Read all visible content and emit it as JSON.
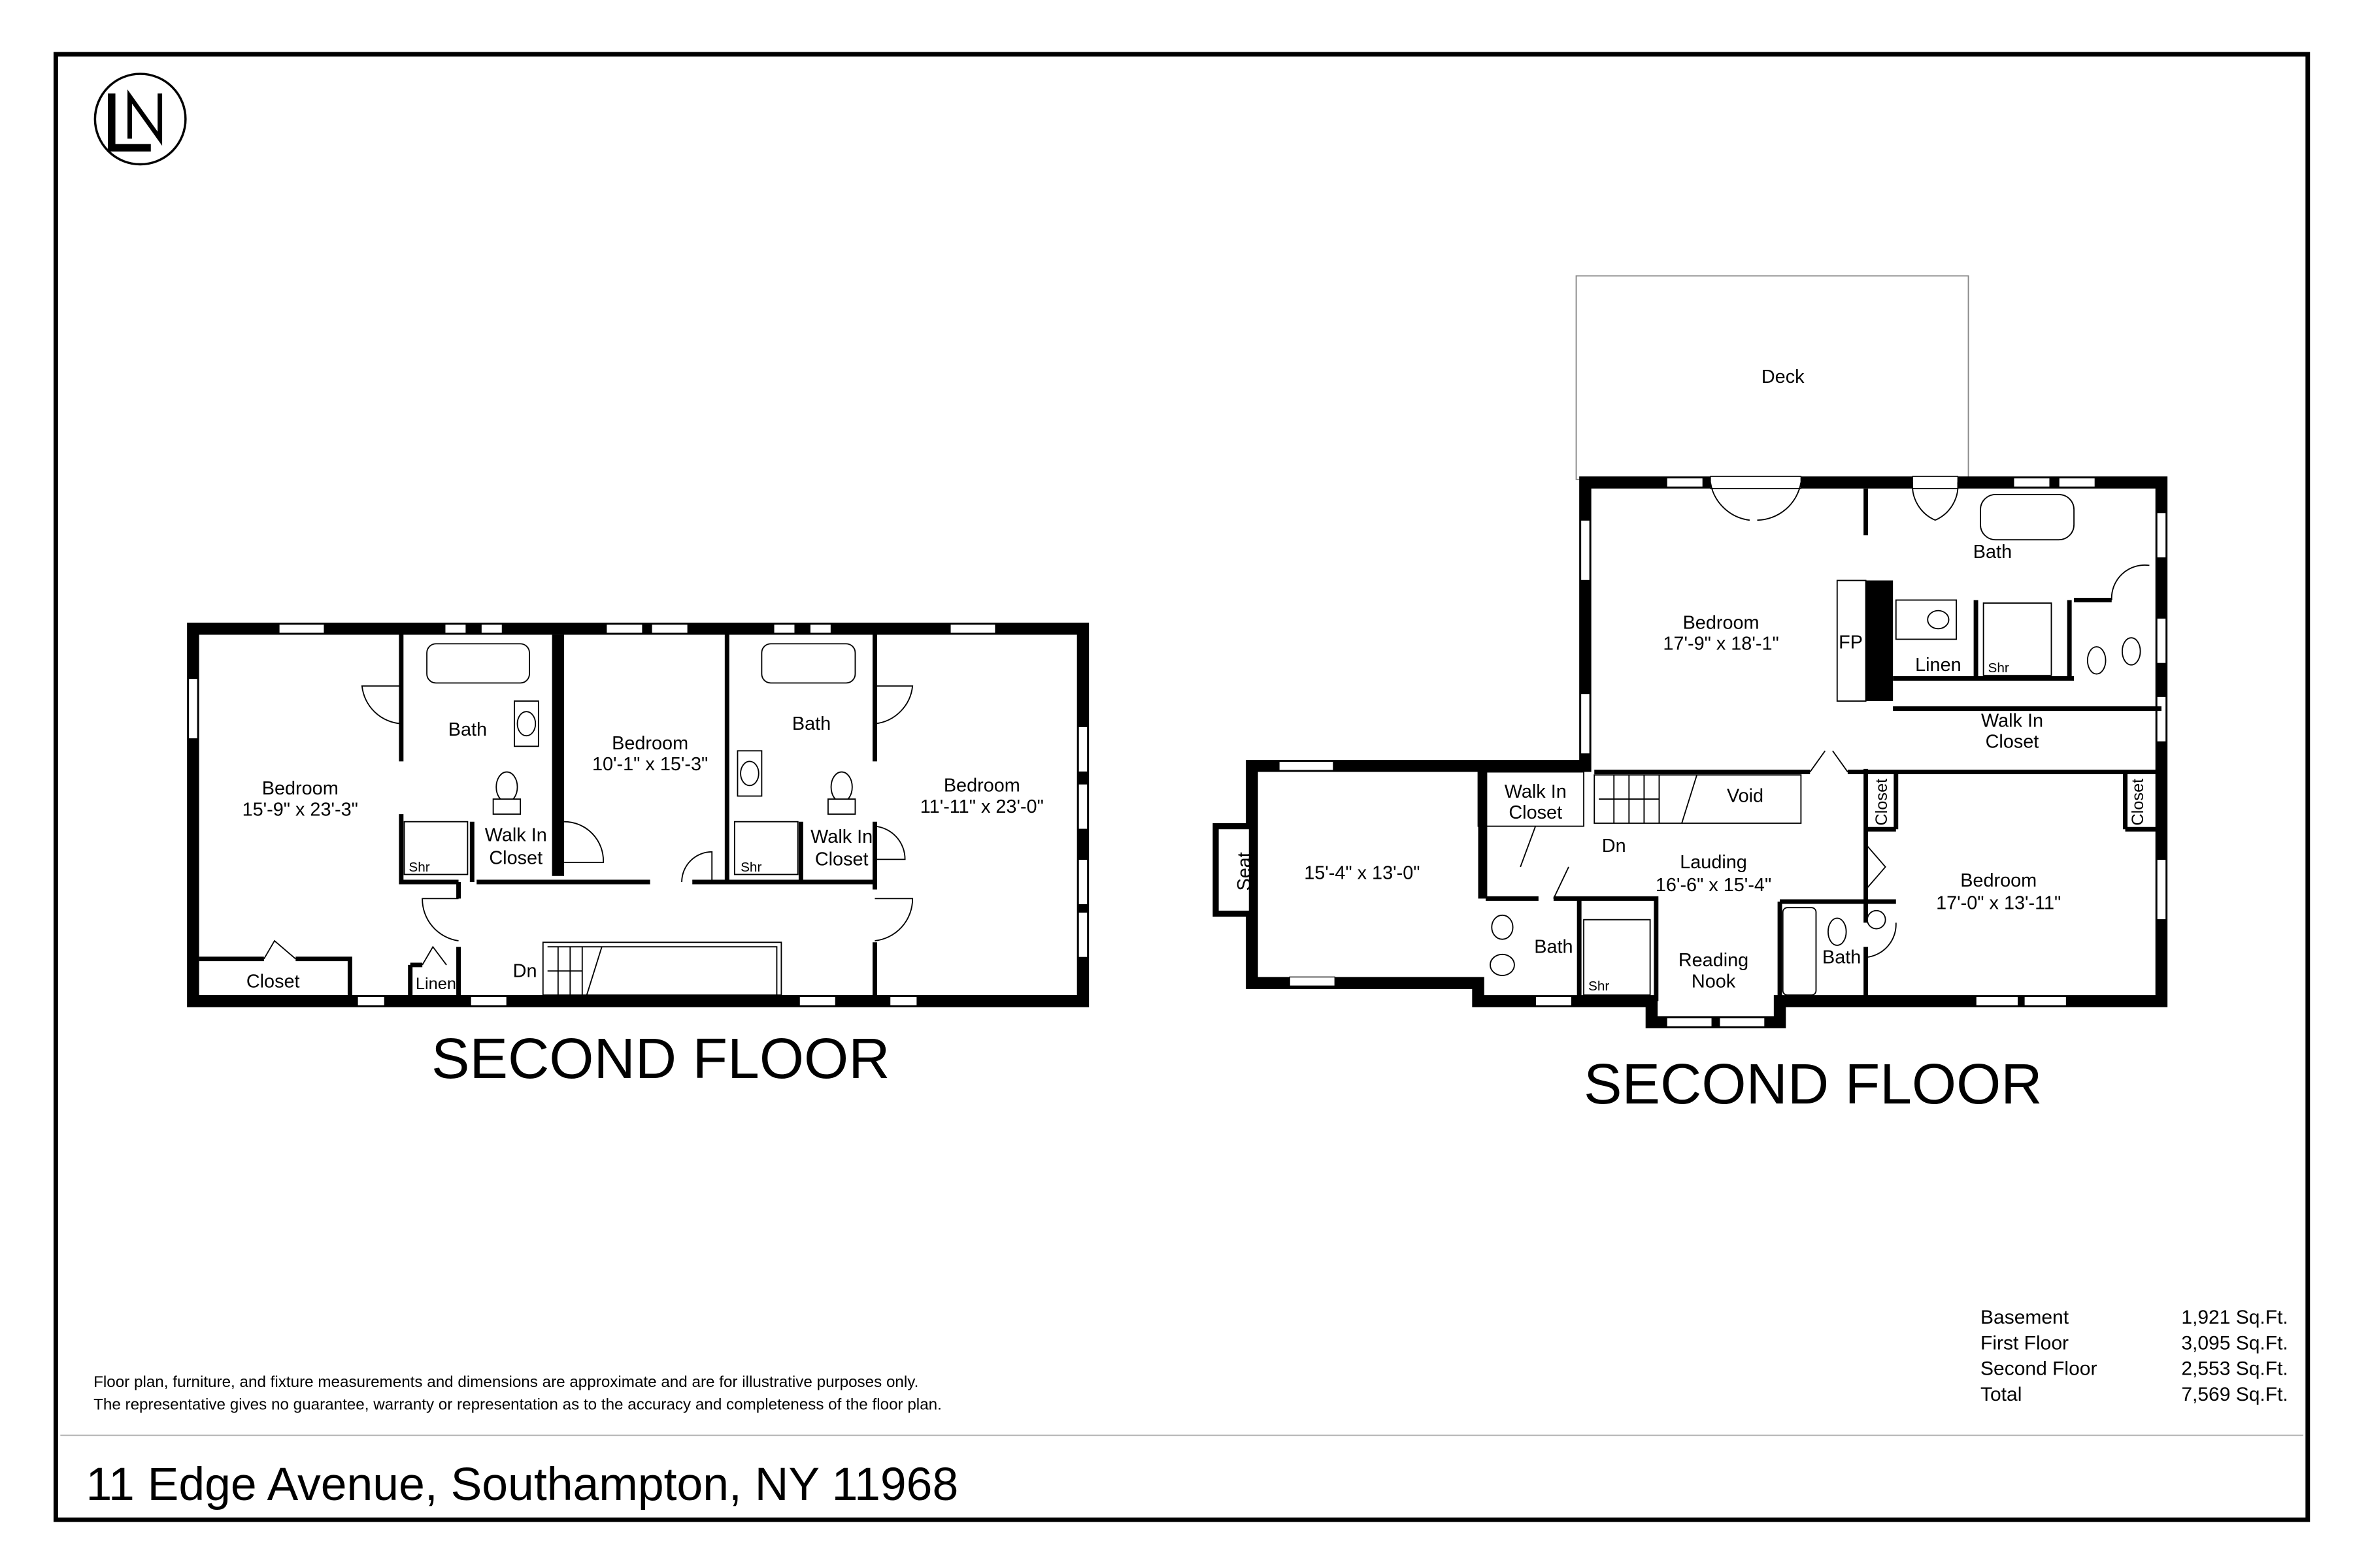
{
  "logo": {
    "text": "LN"
  },
  "plan_left": {
    "title": "SECOND FLOOR",
    "rooms": [
      {
        "name": "Bedroom",
        "dims": "15'-9\" x 23'-3\""
      },
      {
        "name": "Bath"
      },
      {
        "name": "Bedroom",
        "dims": "10'-1\" x 15'-3\""
      },
      {
        "name": "Bath"
      },
      {
        "name": "Bedroom",
        "dims": "11'-11\" x 23'-0\""
      },
      {
        "name": "Walk In",
        "name2": "Closet"
      },
      {
        "name": "Walk In",
        "name2": "Closet"
      },
      {
        "name": "Shr"
      },
      {
        "name": "Shr"
      },
      {
        "name": "Closet"
      },
      {
        "name": "Linen"
      },
      {
        "name": "Dn"
      }
    ]
  },
  "plan_right": {
    "title": "SECOND FLOOR",
    "rooms": [
      {
        "name": "Deck"
      },
      {
        "name": "Bedroom",
        "dims": "17'-9\" x 18'-1\""
      },
      {
        "name": "FP"
      },
      {
        "name": "Bath"
      },
      {
        "name": "Linen"
      },
      {
        "name": "Shr"
      },
      {
        "name": "Walk In",
        "name2": "Closet"
      },
      {
        "name": "Walk In",
        "name2": "Closet"
      },
      {
        "name": "Void"
      },
      {
        "name": "Dn"
      },
      {
        "name": "Lauding",
        "dims": "16'-6\" x 15'-4\""
      },
      {
        "name": "Seat"
      },
      {
        "dims": "15'-4\" x 13'-0\""
      },
      {
        "name": "Bath"
      },
      {
        "name": "Shr"
      },
      {
        "name": "Reading",
        "name2": "Nook"
      },
      {
        "name": "Bath"
      },
      {
        "name": "Bedroom",
        "dims": "17'-0\" x 13'-11\""
      },
      {
        "name": "Closet"
      },
      {
        "name": "Closet"
      }
    ]
  },
  "area_table": [
    {
      "label": "Basement",
      "value": "1,921 Sq.Ft."
    },
    {
      "label": "First Floor",
      "value": "3,095 Sq.Ft."
    },
    {
      "label": "Second Floor",
      "value": "2,553 Sq.Ft."
    },
    {
      "label": "Total",
      "value": "7,569 Sq.Ft."
    }
  ],
  "disclaimer": {
    "line1": "Floor plan, furniture, and fixture measurements and dimensions are approximate and are for illustrative purposes only.",
    "line2": "The representative gives no guarantee, warranty or representation as to the accuracy and completeness of the floor plan."
  },
  "address": "11 Edge Avenue, Southampton, NY 11968"
}
